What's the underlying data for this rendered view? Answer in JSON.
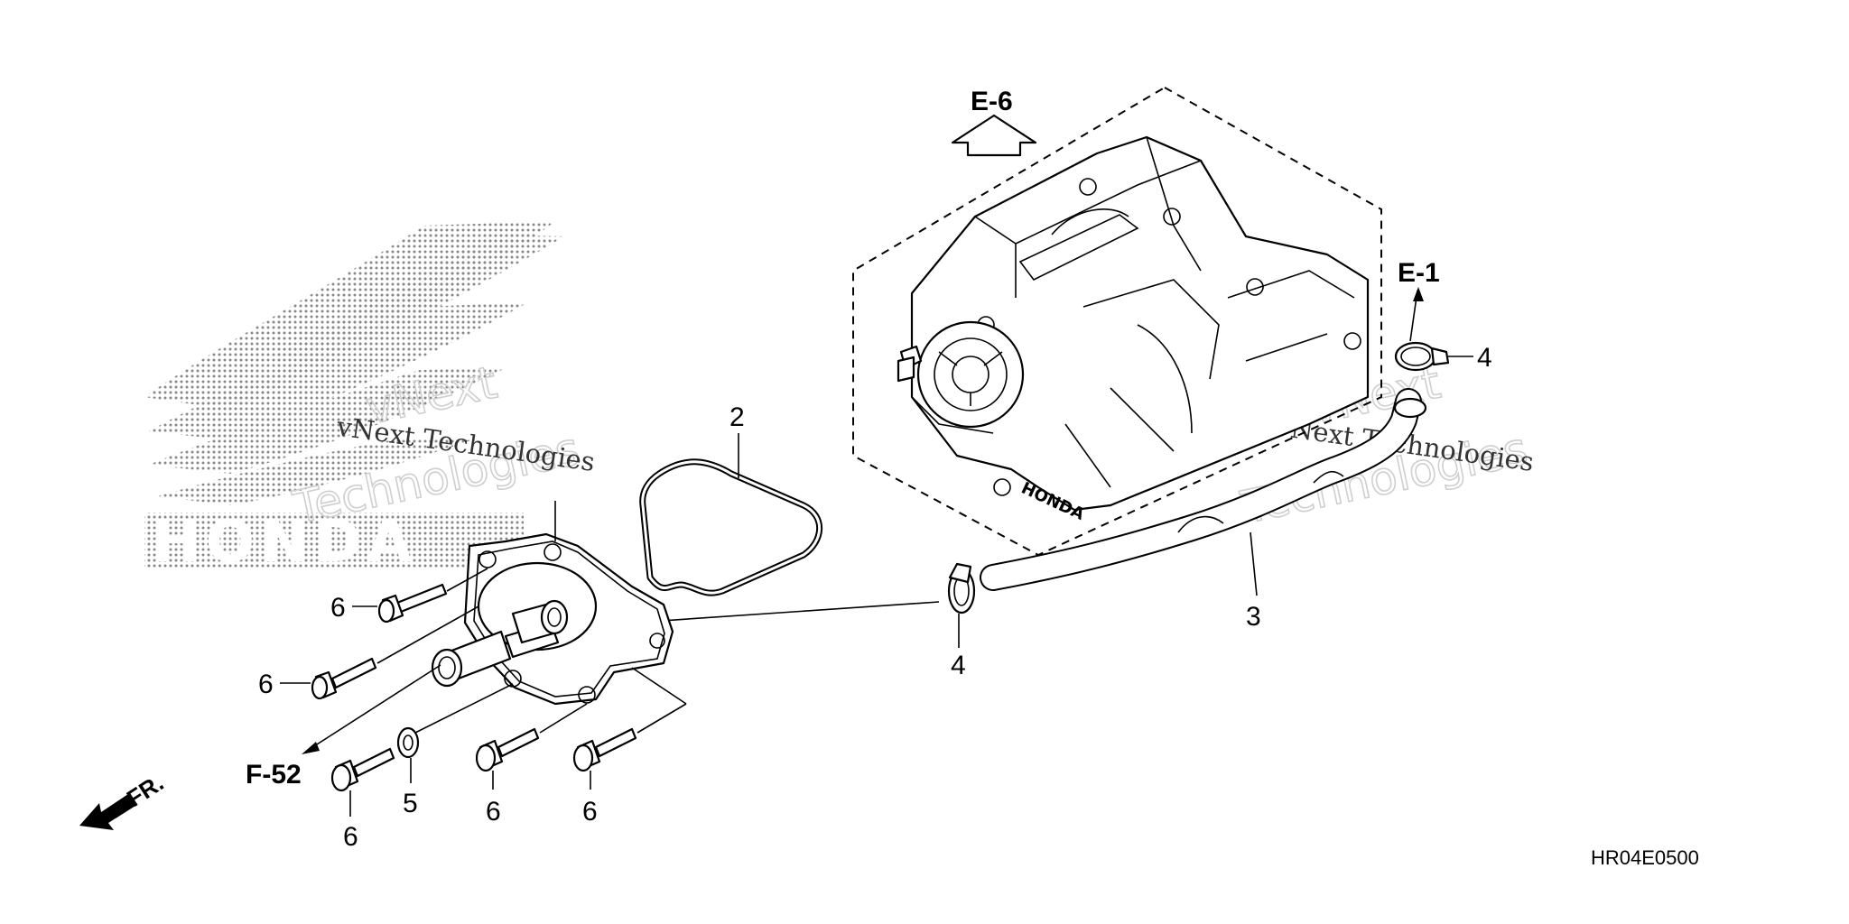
{
  "diagram": {
    "code": "HR04E0500",
    "brand_logo": "HONDA",
    "front_indicator": "FR.",
    "references": {
      "e6": "E-6",
      "e1": "E-1",
      "f52": "F-52"
    },
    "callouts": {
      "gasket": "2",
      "hose": "3",
      "clamp_left": "4",
      "clamp_right": "4",
      "washer": "5",
      "bolt_a": "6",
      "bolt_b": "6",
      "bolt_c": "6",
      "bolt_d": "6",
      "bolt_e": "6"
    },
    "watermarks": [
      {
        "line1": "vNext Technologies",
        "line2": "vNext",
        "line3": "Technologies"
      },
      {
        "line1": "vNext Technologies",
        "line2": "vNext",
        "line3": "Technologies"
      }
    ],
    "colors": {
      "line": "#000000",
      "background": "#ffffff",
      "logo_dots": "#888888",
      "watermark_outline": "#cfcfcf"
    }
  }
}
